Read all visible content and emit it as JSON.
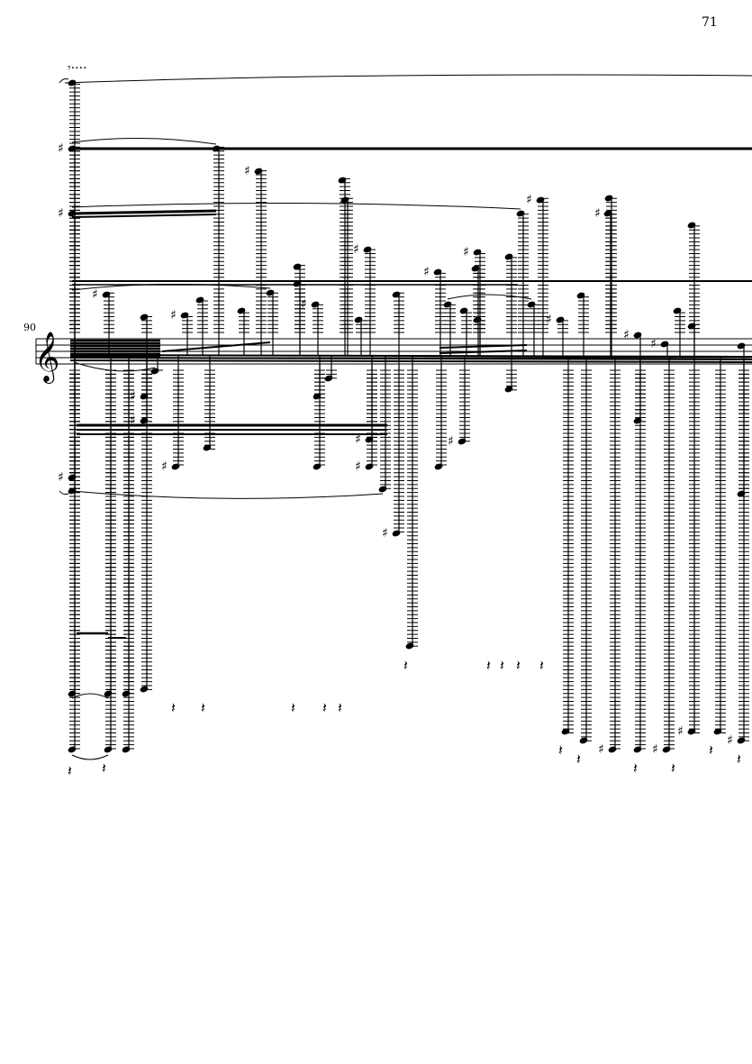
{
  "page": {
    "number": "71"
  },
  "score": {
    "measure_number": "90",
    "clef": "treble",
    "ink_color": "#000000"
  }
}
